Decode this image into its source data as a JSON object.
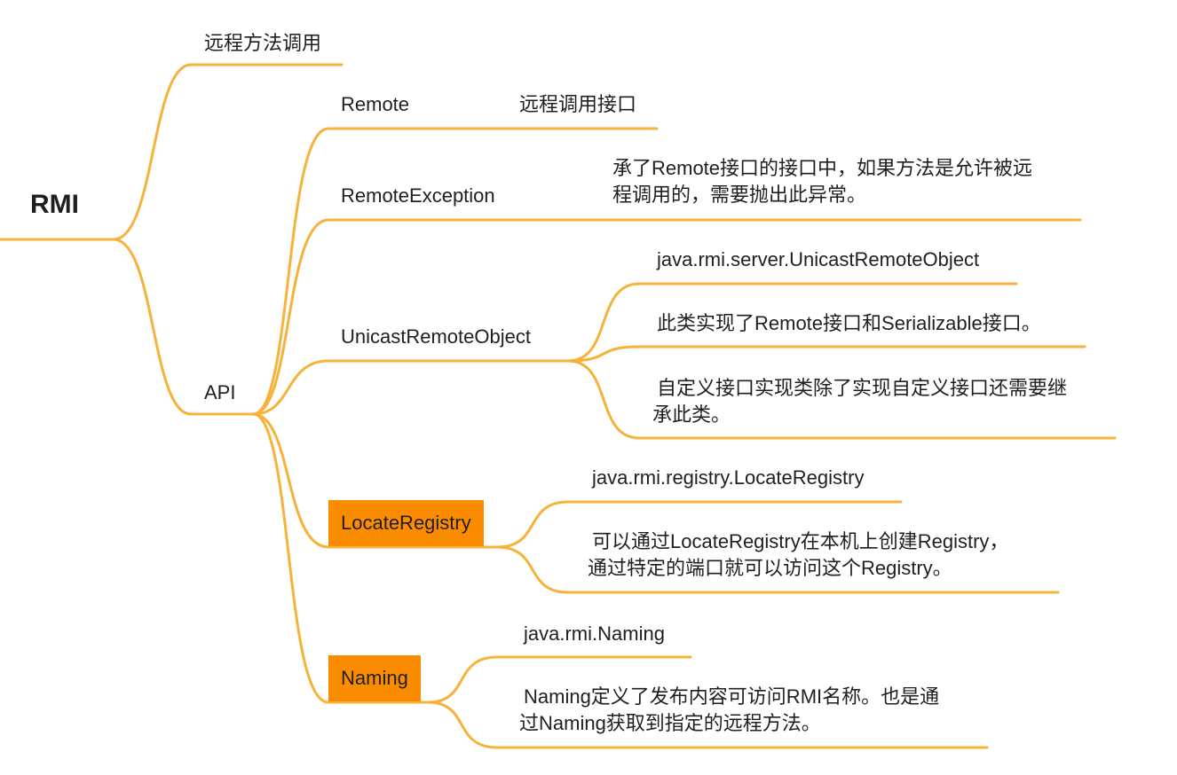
{
  "colors": {
    "branch": "#f7b23b",
    "highlight": "#fb8c00",
    "text": "#1f1f1f"
  },
  "root": {
    "label": "RMI"
  },
  "nodes": {
    "remote_method_call": "远程方法调用",
    "api": "API",
    "remote": "Remote",
    "remote_desc": "远程调用接口",
    "remote_exception": "RemoteException",
    "remote_exception_desc": [
      "承了Remote接口的接口中，如果方法是允许被远",
      "程调用的，需要抛出此异常。"
    ],
    "unicast": "UnicastRemoteObject",
    "unicast_class": "java.rmi.server.UnicastRemoteObject",
    "unicast_desc1": "此类实现了Remote接口和Serializable接口。",
    "unicast_desc2": [
      "自定义接口实现类除了实现自定义接口还需要继",
      "承此类。"
    ],
    "locate_registry": "LocateRegistry",
    "locate_class": "java.rmi.registry.LocateRegistry",
    "locate_desc": [
      "可以通过LocateRegistry在本机上创建Registry，",
      "通过特定的端口就可以访问这个Registry。"
    ],
    "naming": "Naming",
    "naming_class": "java.rmi.Naming",
    "naming_desc": [
      "Naming定义了发布内容可访问RMI名称。也是通",
      "过Naming获取到指定的远程方法。"
    ]
  }
}
